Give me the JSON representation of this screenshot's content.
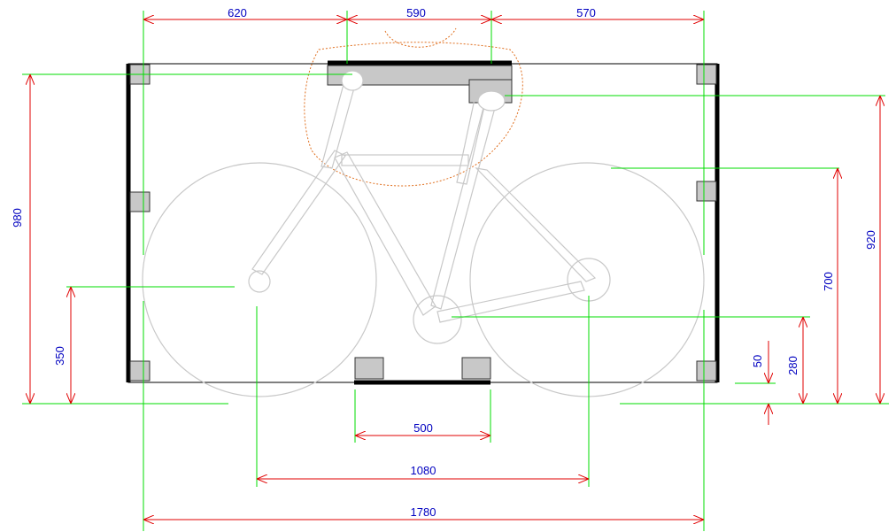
{
  "colors": {
    "extension": "#00dd00",
    "dimension": "#e00000",
    "label": "#0000c0",
    "frame": "#cfcfcf",
    "wall": "#000000",
    "block_fill": "#c8c8c8",
    "rider": "#e07020"
  },
  "dimensions": {
    "top_left": "620",
    "top_mid": "590",
    "top_right": "570",
    "left_height": "980",
    "left_axle": "350",
    "right_920": "920",
    "right_700": "700",
    "right_280": "280",
    "right_50": "50",
    "bottom_500": "500",
    "bottom_1080": "1080",
    "bottom_1780": "1780"
  }
}
